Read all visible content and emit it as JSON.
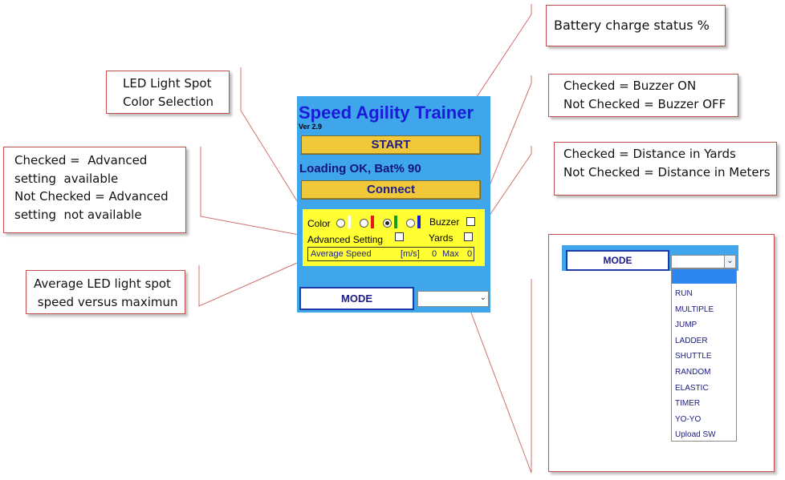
{
  "callouts": {
    "battery": [
      "Battery charge status %"
    ],
    "led_color": [
      "LED Light Spot",
      "Color Selection"
    ],
    "buzzer": [
      "Checked = Buzzer ON",
      "Not Checked = Buzzer OFF"
    ],
    "yards": [
      "Checked = Distance in Yards",
      "Not Checked = Distance in Meters"
    ],
    "advanced": [
      "Checked =  Advanced",
      "setting  available",
      "Not Checked = Advanced",
      "setting  not available"
    ],
    "speed": [
      "Average LED light spot",
      " speed versus maximun"
    ]
  },
  "app": {
    "title": "Speed Agility Trainer",
    "version": "Ver 2.9",
    "start_label": "START",
    "status": "Loading OK, Bat% 90",
    "connect_label": "Connect",
    "color_label": "Color",
    "color_options": [
      {
        "color": "#ffffff",
        "selected": false
      },
      {
        "color": "#e8141b",
        "selected": false
      },
      {
        "color": "#1a9a1a",
        "selected": true
      },
      {
        "color": "#1a1adb",
        "selected": false
      }
    ],
    "buzzer_label": "Buzzer",
    "buzzer_checked": false,
    "advanced_label": "Advanced Setting",
    "advanced_checked": false,
    "yards_label": "Yards",
    "yards_checked": false,
    "speed_label": "Average Speed",
    "speed_unit": "[m/s]",
    "speed_value": "0",
    "max_label": "Max",
    "max_value": "0",
    "mode_label": "MODE",
    "mode_value": ""
  },
  "zoom": {
    "mode_label": "MODE",
    "mode_value": "",
    "options": [
      "RUN",
      "MULTIPLE",
      "JUMP",
      "LADDER",
      "SHUTTLE",
      "RANDOM",
      "ELASTIC",
      "TIMER",
      "YO-YO",
      "Upload SW"
    ]
  },
  "colors": {
    "panel_blue": "#3fa6ec",
    "title_blue": "#1a1adb",
    "button_gold": "#f0c83a",
    "settings_yellow": "#ffff33",
    "callout_border": "#c0504d",
    "dropdown_highlight": "#2d86f0"
  },
  "icons": {
    "dropdown_arrow": "chevron-down-icon"
  }
}
